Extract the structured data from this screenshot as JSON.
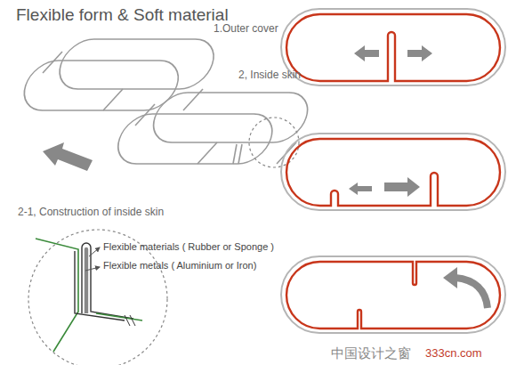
{
  "diagram": {
    "title": "Flexible form & Soft material",
    "labels": [
      "1.Outer cover",
      "2, Inside skin",
      "2-1, Construction of inside skin",
      "Flexible materials ( Rubber or Sponge )",
      "Flexible metals ( Aluminium or Iron)",
      "中国设计之窗",
      "333cn.com"
    ]
  }
}
